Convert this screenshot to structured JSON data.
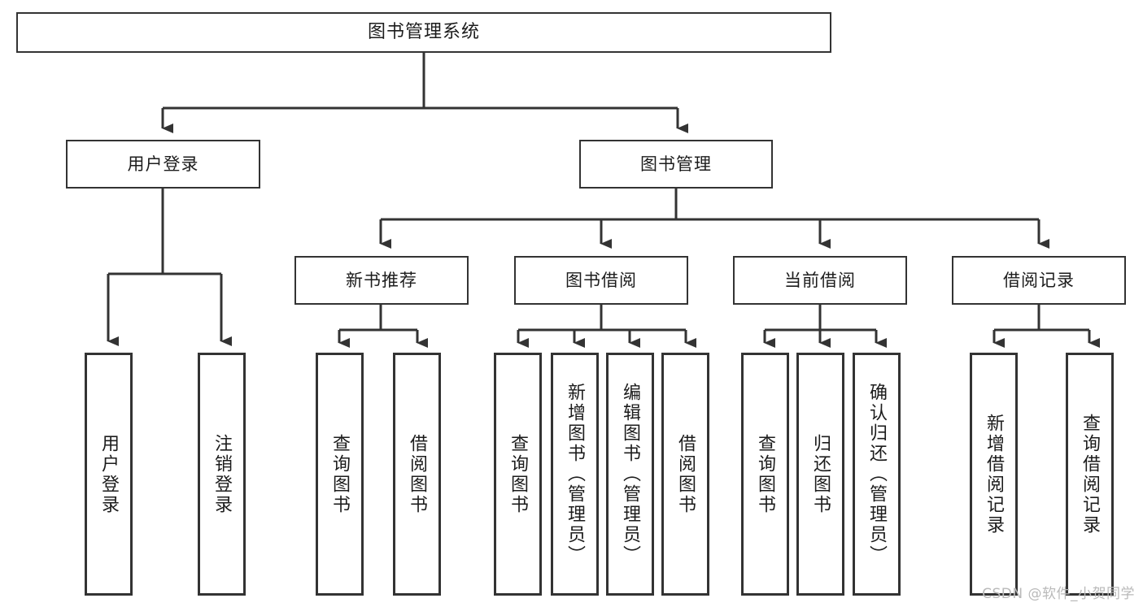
{
  "diagram": {
    "type": "tree",
    "title": "图书管理系统",
    "root": {
      "label": "图书管理系统"
    },
    "level2": [
      {
        "label": "用户登录"
      },
      {
        "label": "图书管理"
      }
    ],
    "level3": [
      {
        "label": "新书推荐"
      },
      {
        "label": "图书借阅"
      },
      {
        "label": "当前借阅"
      },
      {
        "label": "借阅记录"
      }
    ],
    "leaves": {
      "user_login": [
        {
          "label": "用户登录"
        },
        {
          "label": "注销登录"
        }
      ],
      "new_book_recommend": [
        {
          "label": "查询图书"
        },
        {
          "label": "借阅图书"
        }
      ],
      "book_borrow": [
        {
          "label": "查询图书"
        },
        {
          "label": "新增图书（管理员）"
        },
        {
          "label": "编辑图书（管理员）"
        },
        {
          "label": "借阅图书"
        }
      ],
      "current_borrow": [
        {
          "label": "查询图书"
        },
        {
          "label": "归还图书"
        },
        {
          "label": "确认归还（管理员）"
        }
      ],
      "borrow_record": [
        {
          "label": "新增借阅记录"
        },
        {
          "label": "查询借阅记录"
        }
      ]
    }
  },
  "watermark": {
    "text": "CSDN @软件_小贺同学"
  },
  "colors": {
    "box_border": "#333333",
    "line": "#333333",
    "background": "#ffffff",
    "text": "#1c1c1c",
    "watermark": "#b9b9b9"
  }
}
